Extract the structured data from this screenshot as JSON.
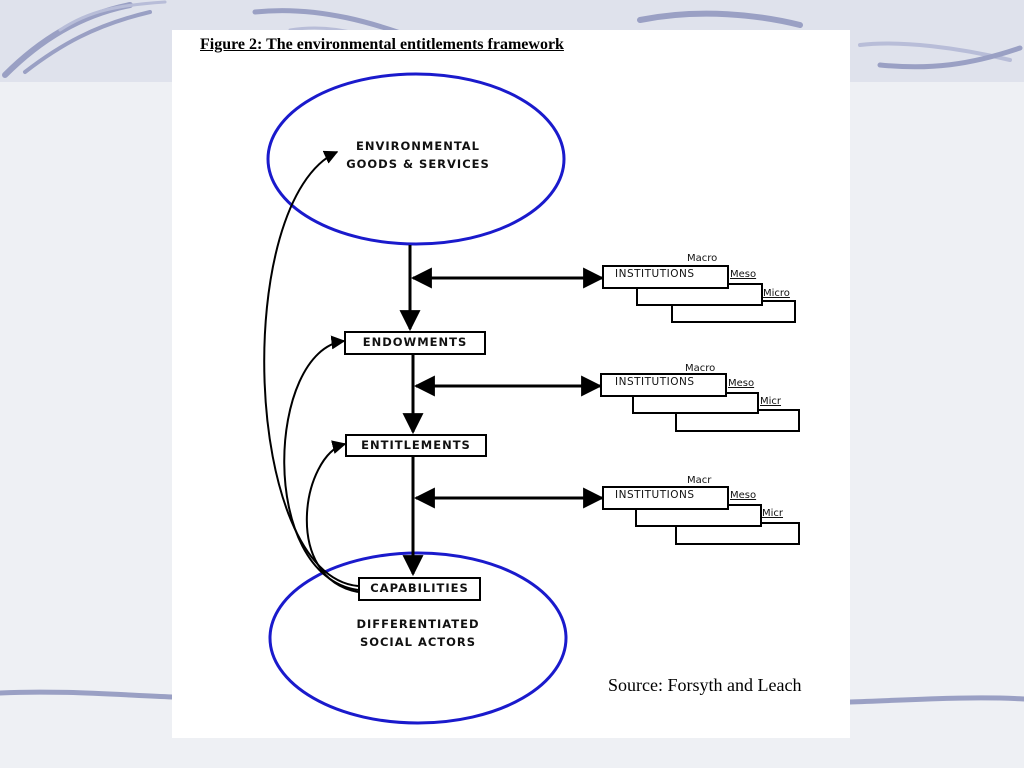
{
  "figure": {
    "title": "Figure 2: The environmental entitlements framework",
    "source": "Source: Forsyth and Leach"
  },
  "nodes": {
    "goods_services": [
      "ENVIRONMENTAL",
      "GOODS & SERVICES"
    ],
    "endowments": "ENDOWMENTS",
    "entitlements": "ENTITLEMENTS",
    "capabilities": "CAPABILITIES",
    "social_actors": [
      "DIFFERENTIATED",
      "SOCIAL ACTORS"
    ]
  },
  "institutions": [
    {
      "label": "INSTITUTIONS",
      "macro": "Macro",
      "meso": "Meso",
      "micro": "Micro"
    },
    {
      "label": "INSTITUTIONS",
      "macro": "Macro",
      "meso": "Meso",
      "micro": "Micr"
    },
    {
      "label": "INSTITUTIONS",
      "macro": "Macr",
      "meso": "Meso",
      "micro": "Micr"
    }
  ],
  "colors": {
    "ellipse_stroke": "#1a1acc",
    "line": "#000000",
    "background": "#eef0f4"
  }
}
